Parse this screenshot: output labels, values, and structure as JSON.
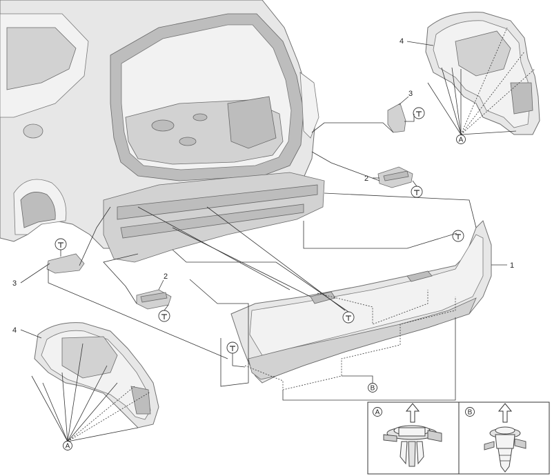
{
  "callouts": {
    "one": "1",
    "two_upper": "2",
    "two_lower": "2",
    "three_upper": "3",
    "three_lower": "3",
    "four_upper": "4",
    "four_lower": "4"
  },
  "fasteners": {
    "a_upper": "A",
    "a_lower": "A",
    "b_main": "B"
  },
  "legend": {
    "a": "A",
    "b": "B"
  }
}
